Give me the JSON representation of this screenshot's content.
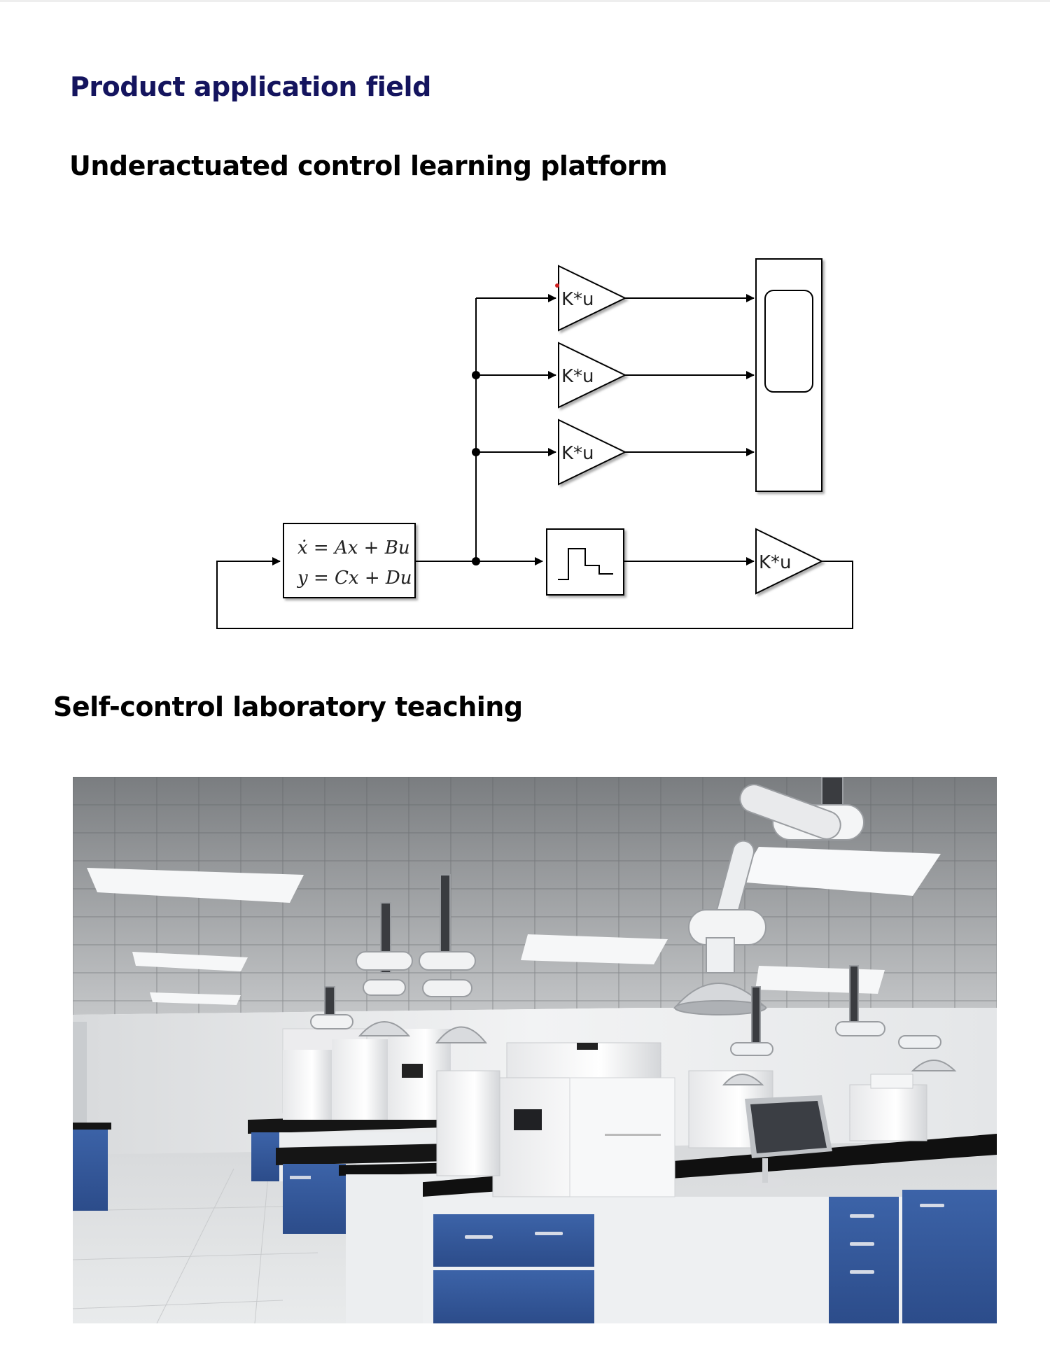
{
  "page": {
    "heading": "Product application field"
  },
  "sections": [
    {
      "title": "Underactuated control learning platform"
    },
    {
      "title": "Self-control laboratory teaching"
    }
  ],
  "diagram": {
    "gain_label": "K*u",
    "state_equation": "ẋ = Ax + Bu",
    "output_equation": "y = Cx + Du"
  },
  "photo": {
    "subject": "laboratory"
  }
}
